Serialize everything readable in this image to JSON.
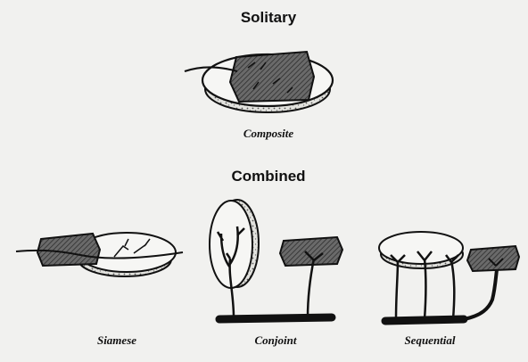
{
  "headings": {
    "solitary": "Solitary",
    "combined": "Combined"
  },
  "captions": {
    "composite": "Composite",
    "siamese": "Siamese",
    "conjoint": "Conjoint",
    "sequential": "Sequential"
  },
  "colors": {
    "ink": "#111111",
    "muscle_fill": "#5a5a5a",
    "background": "#f1f1ef"
  }
}
